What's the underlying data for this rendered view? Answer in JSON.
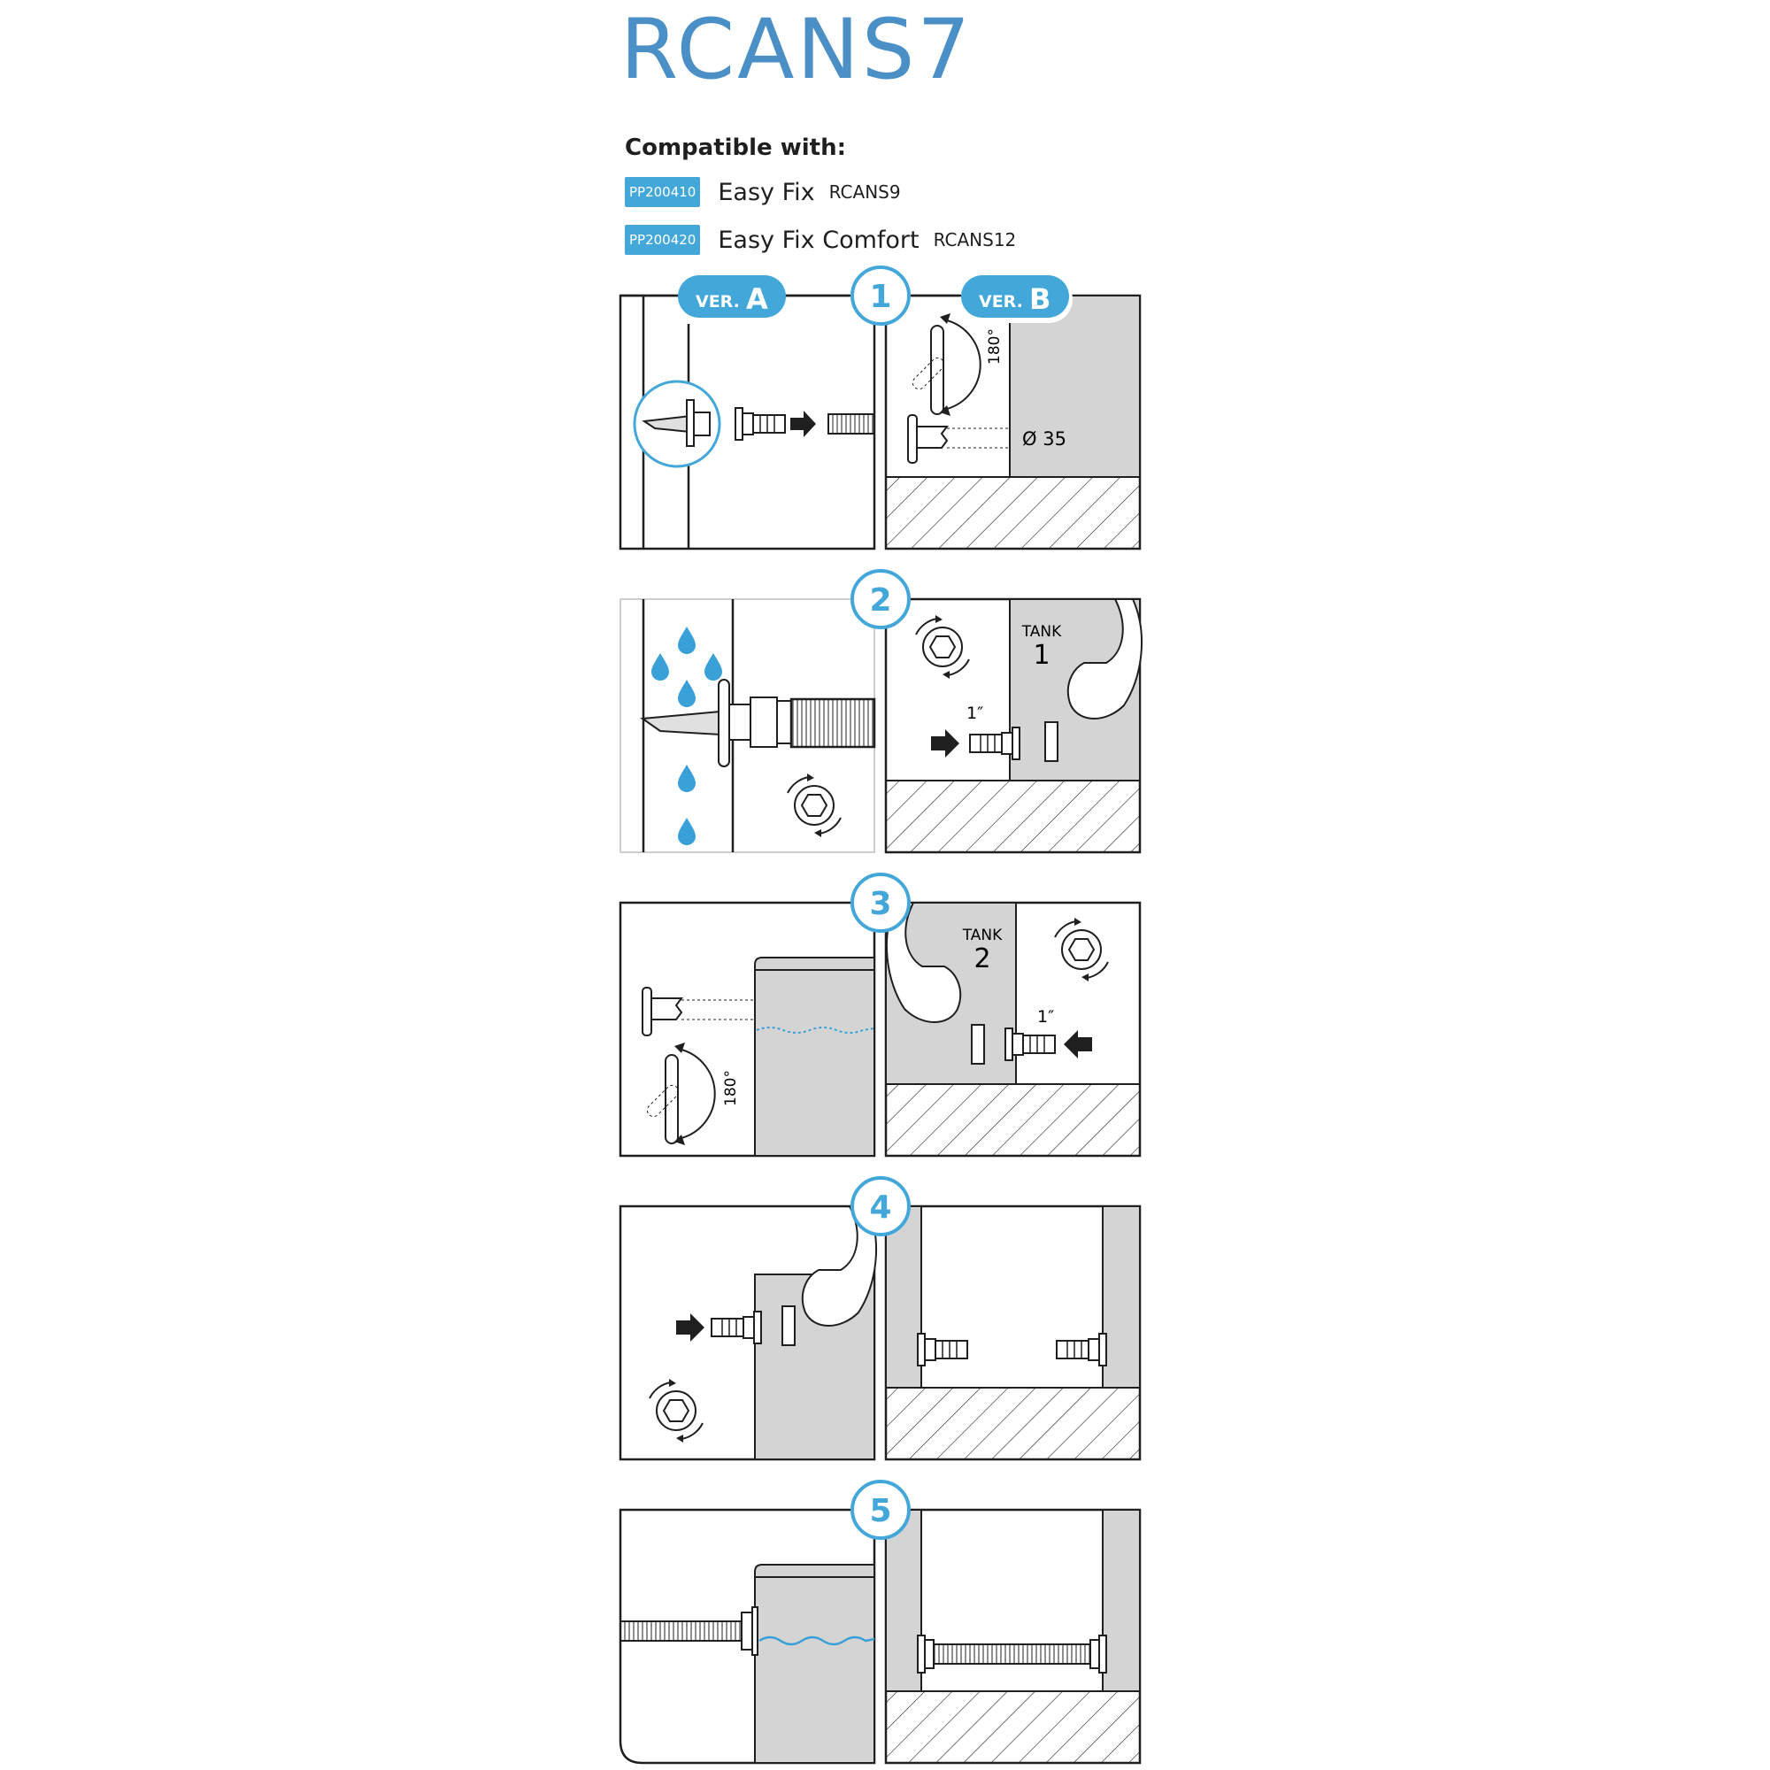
{
  "title": "RCANS7",
  "compatible": {
    "heading": "Compatible with:",
    "items": [
      {
        "code": "PP200410",
        "name": "Easy Fix",
        "model": "RCANS9"
      },
      {
        "code": "PP200420",
        "name": "Easy Fix Comfort",
        "model": "RCANS12"
      }
    ]
  },
  "versions": {
    "prefix": "VER.",
    "a": "A",
    "b": "B"
  },
  "steps": {
    "s1": "1",
    "s2": "2",
    "s3": "3",
    "s4": "4",
    "s5": "5"
  },
  "labels": {
    "rotate_180": "180°",
    "diameter": "Ø 35",
    "tank_word": "TANK",
    "tank_1": "1",
    "tank_2": "2",
    "thread_size": "1″"
  },
  "colors": {
    "accent": "#44a7da",
    "title": "#4a90c6",
    "tank_grey": "#d4d4d4",
    "line": "#1f1f1f",
    "water": "#3aa0d8"
  }
}
